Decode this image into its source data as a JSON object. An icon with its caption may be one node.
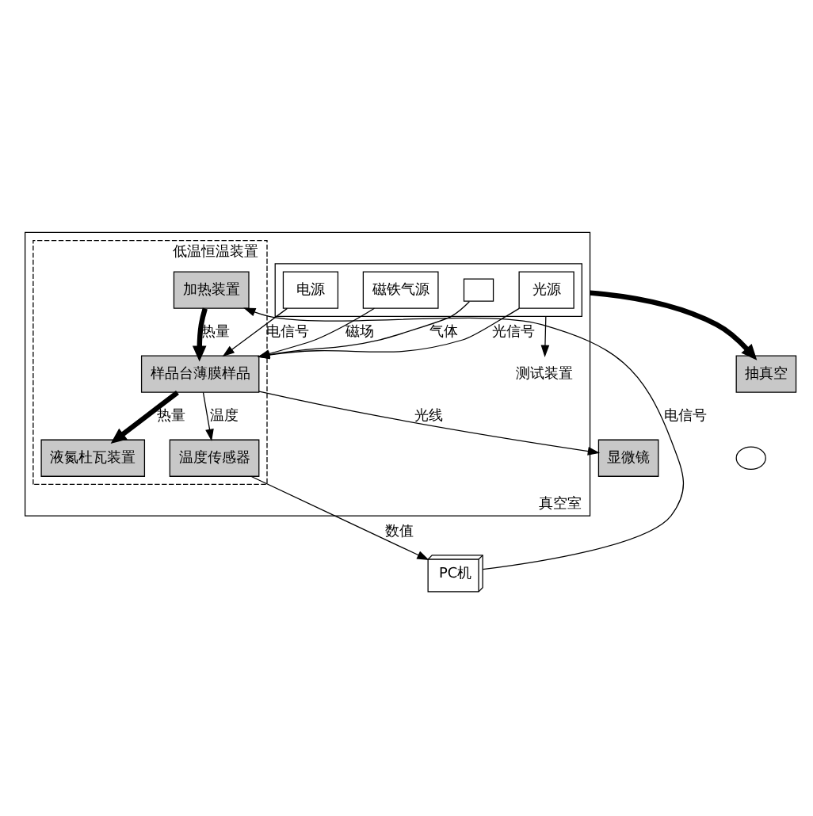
{
  "diagram": {
    "nodes": [
      {
        "text": [
          "真空室"
        ]
      },
      {
        "text": [],
        "shape": "box",
        "in": 0
      },
      {
        "text": [
          "光源"
        ],
        "in": 1
      },
      {
        "text": [
          "电源"
        ],
        "in": 1
      },
      {
        "text": [
          "磁铁气源"
        ],
        "in": 1
      },
      {
        "text": [],
        "shape": "box",
        "in": 1
      },
      {
        "text": [
          "测试装置"
        ],
        "in": 0
      },
      {
        "text": [
          "低温恒温装置"
        ],
        "in": 0
      },
      {
        "text": [
          "液氮杜瓦装置"
        ],
        "in": 7
      },
      {
        "text": [
          "温度传感器"
        ],
        "in": 7
      },
      {
        "text": [
          "样品台薄膜样品"
        ],
        "in": 7
      },
      {
        "text": [
          "加热装置"
        ],
        "in": 7
      },
      {
        "text": [
          "PC机"
        ]
      },
      {
        "text": [
          "显微镜"
        ]
      },
      {
        "text": [],
        "shape": "eye"
      },
      {
        "text": [
          "抽真空"
        ]
      }
    ],
    "edges": [
      {
        "from": 2,
        "to": 10,
        "arrow": "to",
        "label": "光信号"
      },
      {
        "from": 3,
        "to": 10,
        "arrow": "to",
        "label": "电信号"
      },
      {
        "from": 4,
        "to": 10,
        "arrow": "to",
        "label": "磁场"
      },
      {
        "from": 5,
        "to": 10,
        "arrow": "to",
        "label": "气体"
      },
      {
        "from": 1,
        "to": 6,
        "arrow": "to"
      },
      {
        "from": 9,
        "to": 12,
        "arrow": "to",
        "label": "数值"
      },
      {
        "from": 12,
        "to": 11,
        "arrow": "to",
        "label": "电信号"
      },
      {
        "from": 10,
        "to": 8,
        "arrow": "to",
        "label": "热量",
        "style": "thick"
      },
      {
        "from": 10,
        "to": 9,
        "arrow": "to",
        "label": "温度"
      },
      {
        "from": 11,
        "to": 10,
        "arrow": "to",
        "label": "热量",
        "style": "thick"
      },
      {
        "from": 10,
        "to": 13,
        "arrow": "to",
        "label": "光线"
      },
      {
        "from": 0,
        "to": 15,
        "arrow": "to",
        "style": "thick"
      }
    ]
  }
}
